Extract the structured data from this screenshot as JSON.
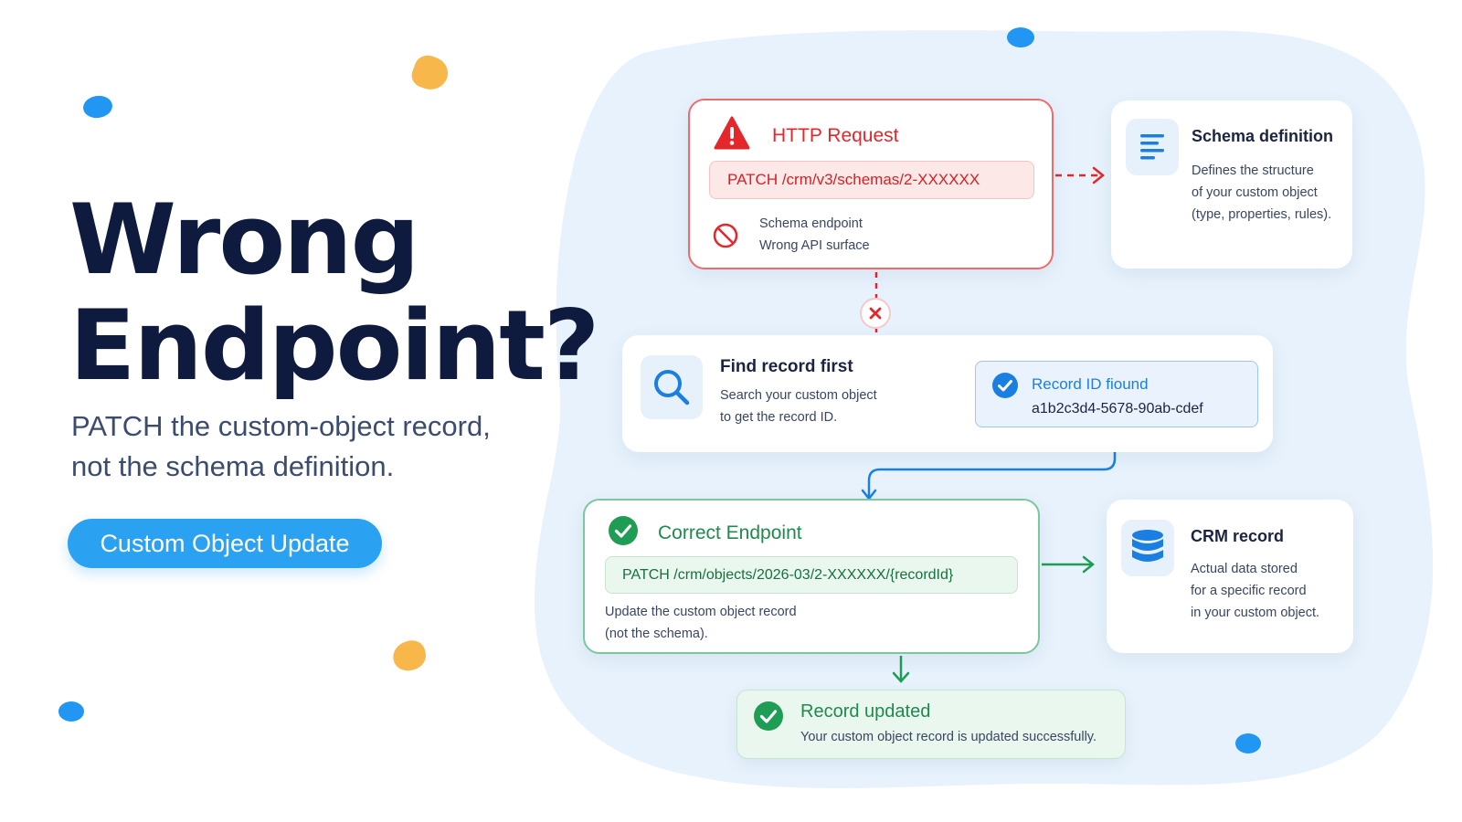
{
  "hero": {
    "headline_line1": "Wrong",
    "headline_line2": "Endpoint?",
    "subtitle_line1": "PATCH the custom-object record,",
    "subtitle_line2": "not the schema definition.",
    "button_label": "Custom Object Update"
  },
  "http_request": {
    "title": "HTTP Request",
    "endpoint": "PATCH /crm/v3/schemas/2-XXXXXX",
    "note_line1": "Schema endpoint",
    "note_line2": "Wrong API surface",
    "icons": [
      "warning-icon",
      "blocked-icon"
    ]
  },
  "schema_definition": {
    "title": "Schema definition",
    "line1": "Defines the structure",
    "line2": "of your custom object",
    "line3": "(type, properties, rules)."
  },
  "find_record": {
    "title": "Find record first",
    "line1": "Search your custom object",
    "line2": "to get the record ID."
  },
  "record_id": {
    "label": "Record ID fiound",
    "value": "a1b2c3d4-5678-90ab-cdef"
  },
  "correct_endpoint": {
    "title": "Correct Endpoint",
    "endpoint": "PATCH /crm/objects/2026-03/2-XXXXXX/{recordId}",
    "line1": "Update the custom object record",
    "line2": "(not the schema)."
  },
  "crm_record": {
    "title": "CRM record",
    "line1": "Actual data stored",
    "line2": "for a specific record",
    "line3": "in your custom object."
  },
  "record_updated": {
    "title": "Record updated",
    "text": "Your custom object record is updated successfully."
  },
  "colors": {
    "error": "#e5262b",
    "success": "#1f9d55",
    "info": "#1a7fe0",
    "navy": "#0e1a3e",
    "accent_button": "#2ba1f1",
    "blob": "#e7f2fc"
  }
}
